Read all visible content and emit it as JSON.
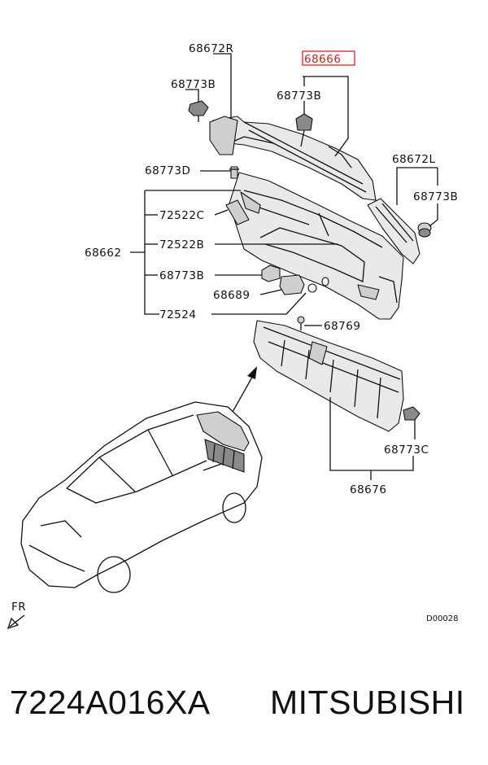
{
  "diagram": {
    "labels": {
      "p68672R": "68672R",
      "p68773B_a": "68773B",
      "p68666": "68666",
      "p68773B_b": "68773B",
      "p68773D": "68773D",
      "p68672L": "68672L",
      "p68773B_c": "68773B",
      "p72522C": "72522C",
      "p68662": "68662",
      "p72522B": "72522B",
      "p68773B_d": "68773B",
      "p68689": "68689",
      "p72524": "72524",
      "p68769": "68769",
      "p68773C": "68773C",
      "p68676": "68676",
      "fr": "FR",
      "code": "D00028"
    },
    "highlight_color": "#dd1111"
  },
  "footer": {
    "part_number": "7224A016XA",
    "brand": "MITSUBISHI"
  }
}
